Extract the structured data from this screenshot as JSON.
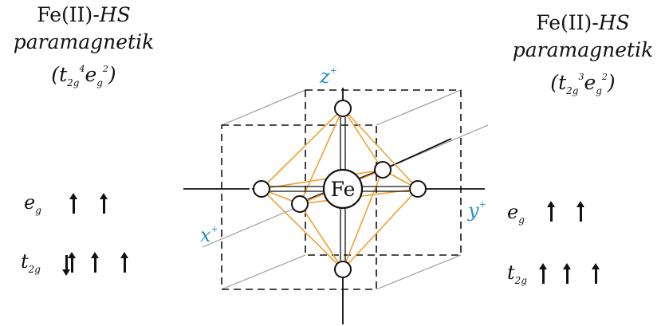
{
  "left_panel": {
    "title_line1": "Fe(II)-",
    "title_line1_italic": "HS",
    "title_line2": "paramagnetik",
    "config": {
      "open": "(",
      "t": "t",
      "t_sub": "2g",
      "t_sup": "4",
      "e": "e",
      "e_sub": "g",
      "e_sup": "2",
      "close": ")"
    },
    "eg_label": "e",
    "eg_sub": "g",
    "t2g_label": "t",
    "t2g_sub": "2g"
  },
  "right_panel": {
    "title_line1": "Fe(II)-",
    "title_line1_italic": "HS",
    "title_line2": "paramagnetik",
    "config": {
      "open": "(",
      "t": "t",
      "t_sub": "2g",
      "t_sup": "3",
      "e": "e",
      "e_sub": "g",
      "e_sup": "2",
      "close": ")"
    },
    "eg_label": "e",
    "eg_sub": "g",
    "t2g_label": "t",
    "t2g_sub": "2g"
  },
  "center_label": "Fe",
  "axes": {
    "z": {
      "letter": "z",
      "sup": "+"
    },
    "y": {
      "letter": "y",
      "sup": "+"
    },
    "x": {
      "letter": "x",
      "sup": "+"
    }
  },
  "colors": {
    "axis_label": "#2a8fc4",
    "bond": "#f0a030",
    "cube": "#999999",
    "ink": "#111111"
  }
}
